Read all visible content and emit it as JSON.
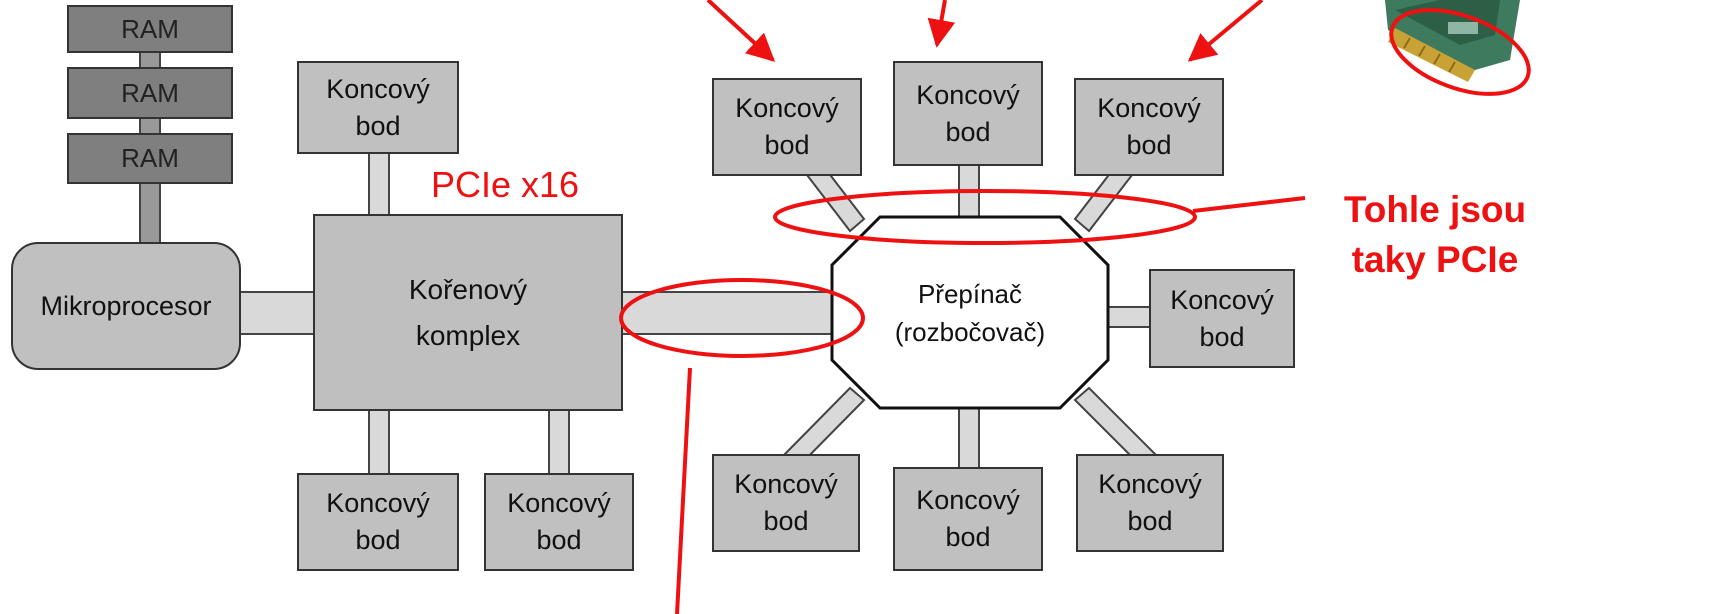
{
  "ram": [
    "RAM",
    "RAM",
    "RAM"
  ],
  "cpu": "Mikroprocesor",
  "root_complex": "Kořenový\nkomplex",
  "switch": "Přepínač\n(rozbočovač)",
  "endpoints": {
    "root_top": "Koncový\nbod",
    "root_bottom_left": "Koncový\nbod",
    "root_bottom_right": "Koncový\nbod",
    "switch_top_left": "Koncový\nbod",
    "switch_top_center": "Koncový\nbod",
    "switch_top_right": "Koncový\nbod",
    "switch_right": "Koncový\nbod",
    "switch_bottom_left": "Koncový\nbod",
    "switch_bottom_center": "Koncový\nbod",
    "switch_bottom_right": "Koncový\nbod"
  },
  "annotations": {
    "pcie_x16": "PCIe x16",
    "also_pcie": "Tohle jsou\ntaky PCIe"
  },
  "colors": {
    "annotation_red": "#ee1111",
    "ram_fill": "#7f7f7f",
    "node_fill": "#c0c0c0",
    "link_fill": "#d9d9d9"
  },
  "icons": [
    "pcie-card-icon"
  ]
}
